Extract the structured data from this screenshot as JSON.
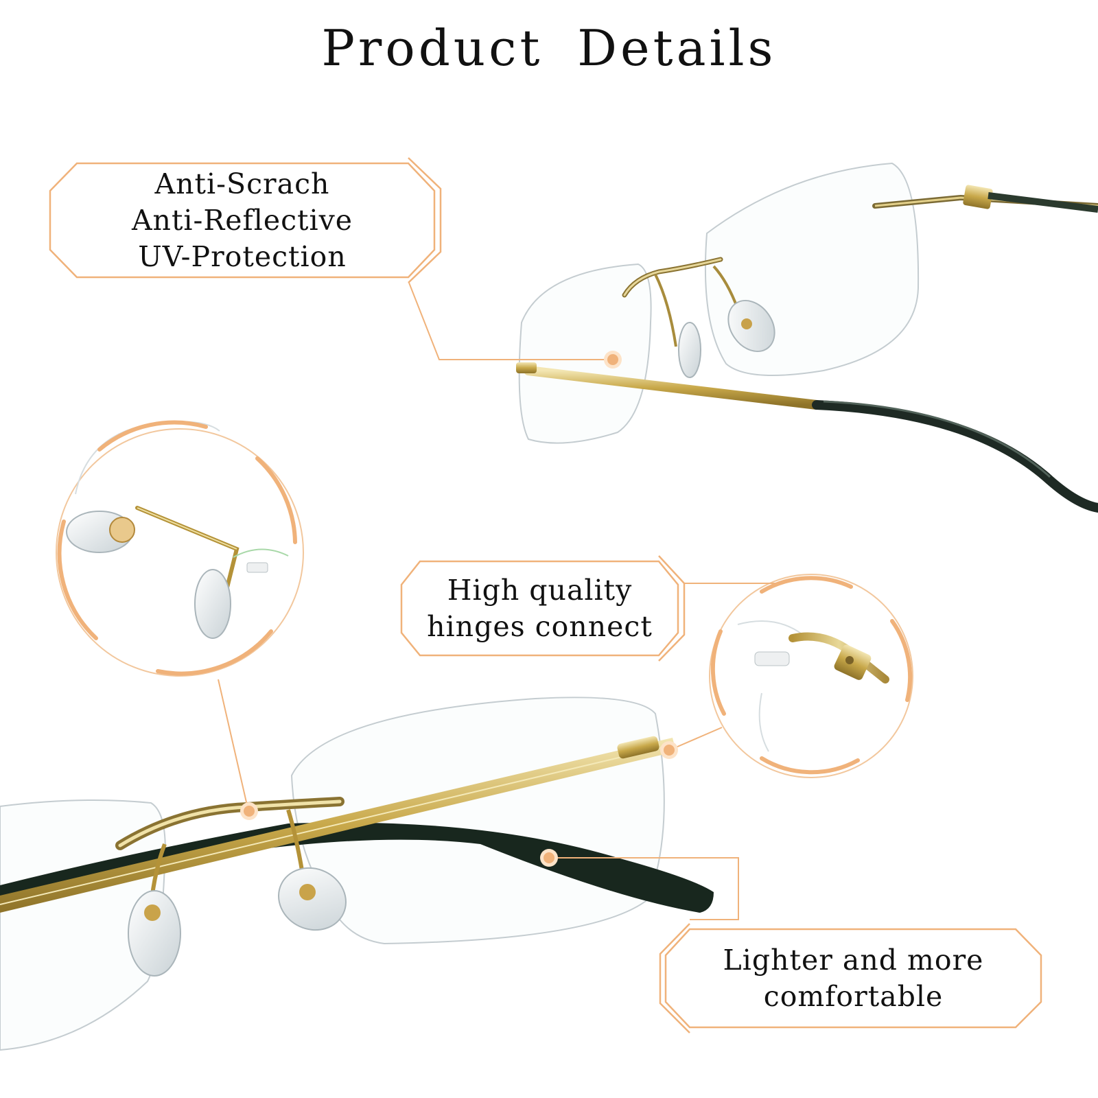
{
  "title": "Product  Details",
  "accent_color": "#f0b27a",
  "callouts": {
    "coating": {
      "lines": [
        "Anti-Scrach",
        "Anti-Reflective",
        "UV-Protection"
      ]
    },
    "hinges": {
      "lines": [
        "High quality",
        "hinges connect"
      ]
    },
    "comfort": {
      "lines": [
        "Lighter and more",
        "comfortable"
      ]
    }
  },
  "illustrations": {
    "top": "rimless-glasses-angled-view",
    "bottom": "rimless-glasses-closeup-view",
    "nose_pad_detail": "nose-pad-magnifier",
    "hinge_detail": "hinge-magnifier"
  }
}
